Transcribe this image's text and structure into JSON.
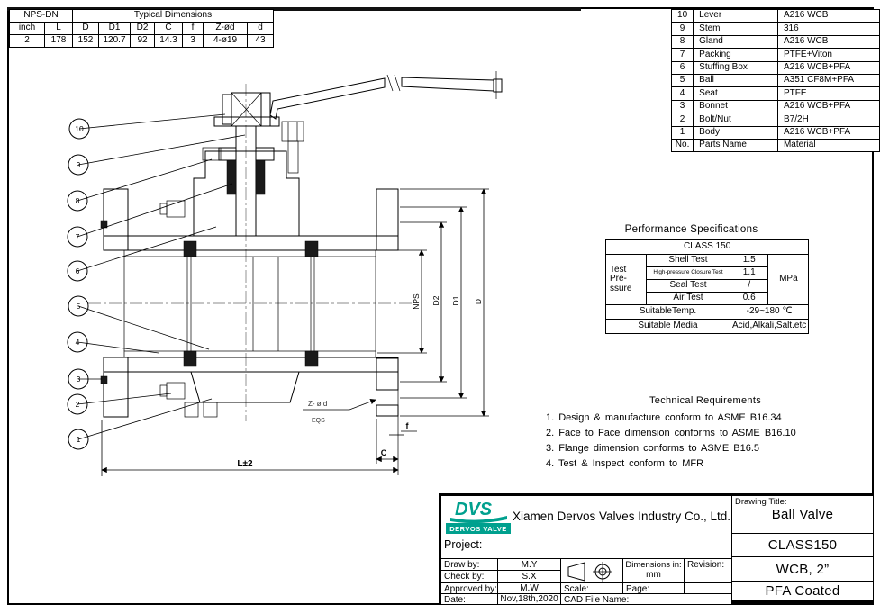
{
  "dim_table": {
    "nps_dn": "NPS-DN",
    "typical": "Typical Dimensions",
    "headers": [
      "inch",
      "L",
      "D",
      "D1",
      "D2",
      "C",
      "f",
      "Z-ød",
      "d"
    ],
    "values": [
      "2",
      "178",
      "152",
      "120.7",
      "92",
      "14.3",
      "3",
      "4-ø19",
      "43"
    ]
  },
  "parts_table": {
    "rows": [
      [
        "10",
        "Lever",
        "A216 WCB"
      ],
      [
        "9",
        "Stem",
        "316"
      ],
      [
        "8",
        "Gland",
        "A216 WCB"
      ],
      [
        "7",
        "Packing",
        "PTFE+Viton"
      ],
      [
        "6",
        "Stuffing Box",
        "A216 WCB+PFA"
      ],
      [
        "5",
        "Ball",
        "A351 CF8M+PFA"
      ],
      [
        "4",
        "Seat",
        "PTFE"
      ],
      [
        "3",
        "Bonnet",
        "A216 WCB+PFA"
      ],
      [
        "2",
        "Bolt/Nut",
        "B7/2H"
      ],
      [
        "1",
        "Body",
        "A216 WCB+PFA"
      ],
      [
        "No.",
        "Parts Name",
        "Material"
      ]
    ]
  },
  "perf": {
    "title": "Performance Specifications",
    "class_label": "CLASS 150",
    "pressure_label": [
      "Test",
      "Pre-",
      "ssure"
    ],
    "rows": [
      [
        "Shell Test",
        "1.5"
      ],
      [
        "High-pressure Closure Test",
        "1.1"
      ],
      [
        "Seal Test",
        "/"
      ],
      [
        "Air Test",
        "0.6"
      ]
    ],
    "unit": "MPa",
    "temp_label": "SuitableTemp.",
    "temp_value": "-29~180 ℃",
    "media_label": "Suitable Media",
    "media_value": "Acid,Alkali,Salt.etc"
  },
  "tech": {
    "title": "Technical Requirements",
    "items": [
      "1.  Design  &  manufacture  conform  to  ASME  B16.34",
      "2.  Face  to  Face  dimension  conforms  to  ASME  B16.10",
      "3.  Flange  dimension  conforms  to  ASME  B16.5",
      "4.  Test  &  Inspect  conform  to  MFR"
    ]
  },
  "title_block": {
    "logo_text": "DVS",
    "logo_sub": "DERVOS VALVE",
    "logo_color": "#00a08e",
    "company": "Xiamen Dervos Valves Industry Co., Ltd.",
    "project_label": "Project:",
    "draw_label": "Draw by:",
    "draw_value": "M.Y",
    "check_label": "Check by:",
    "check_value": "S.X",
    "approved_label": "Approved by:",
    "approved_value": "M.W",
    "date_label": "Date:",
    "date_value": "Nov,18th,2020",
    "scale_label": "Scale:",
    "cad_label": "CAD File Name:",
    "dims_label": "Dimensions in:",
    "dims_value": "mm",
    "revision_label": "Revision:",
    "page_label": "Page:",
    "drawing_title_label": "Drawing Title:",
    "drawing_title": "Ball Valve",
    "class_value": "CLASS150",
    "spec_value": "WCB, 2”",
    "coating_value": "PFA Coated"
  },
  "drawing": {
    "balloons": [
      "1",
      "2",
      "3",
      "4",
      "5",
      "6",
      "7",
      "8",
      "9",
      "10"
    ],
    "labels": {
      "nps": "NPS",
      "d2": "D2",
      "d1": "D1",
      "d": "D",
      "l": "L±2",
      "c": "C",
      "f": "f",
      "z": "Z-  ø  d",
      "eqs": "EQS"
    }
  }
}
